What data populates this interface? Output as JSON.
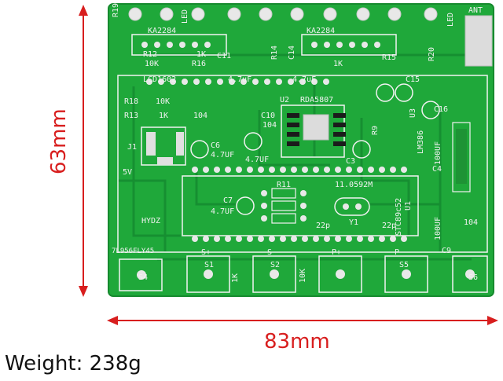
{
  "dimensions": {
    "height_label": "63mm",
    "width_label": "83mm"
  },
  "weight_text": "Weight: 238g",
  "board": {
    "color": "#1fa83a",
    "silk_color": "#f2f2f2",
    "labels": {
      "ka1": "KA2284",
      "ka2": "KA2284",
      "lcd": "LCD1602",
      "rda": "RDA5807",
      "u2": "U2",
      "u1": "U1",
      "u3": "U3",
      "stc": "STC89c52",
      "lm": "LM386",
      "xtal": "11.0592M",
      "y1": "Y1",
      "p22a": "22p",
      "p22b": "22p",
      "hydz": "HYDZ",
      "led": "LED",
      "ant": "ANT",
      "led2": "LED",
      "v5": "5V",
      "j1": "J1",
      "r19": "R19",
      "r12": "R12",
      "r16": "R16",
      "r14": "R14",
      "r15": "R15",
      "r20": "R20",
      "r18": "R18",
      "r13": "R13",
      "r9": "R9",
      "r11": "R11",
      "k10_1": "10K",
      "k10_2": "10K",
      "k1_1": "1K",
      "k1_2": "1K",
      "k1_3": "1K",
      "c10": "C10",
      "c6": "C6",
      "c7": "C7",
      "c3": "C3",
      "c4": "C4",
      "c9": "C9",
      "c15": "C15",
      "c16": "C16",
      "c11": "C11",
      "c14": "C14",
      "uf47a": "4.7uF",
      "uf47b": "4.7uF",
      "uf47c": "4.7UF",
      "uf47d": "4.7UF",
      "uf47e": "4.7UF",
      "uf100a": "100UF",
      "uf100b": "100UF",
      "n104a": "104",
      "n104b": "104",
      "n104c": "104",
      "ic_brand": "7L956FLY45",
      "s1": "S1",
      "s2": "S2",
      "s4": "S4",
      "s5": "S5",
      "s6": "S6",
      "sp": "S+",
      "sm": "S-",
      "pp": "P+",
      "pm": "P-",
      "k1": "1K",
      "k10": "10K"
    }
  }
}
